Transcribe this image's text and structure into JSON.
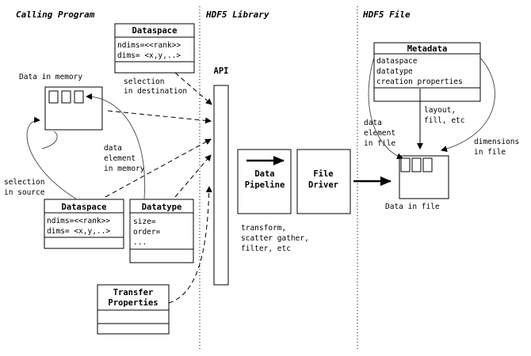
{
  "sections": {
    "calling_program": "Calling Program",
    "hdf5_library": "HDF5 Library",
    "hdf5_file": "HDF5 File"
  },
  "dest_dataspace": {
    "title": "Dataspace",
    "line1": "ndims=<<rank>>",
    "line2": "dims= <x,y,..>"
  },
  "src_dataspace": {
    "title": "Dataspace",
    "line1": "ndims=<<rank>>",
    "line2": "dims= <x,y,..>"
  },
  "datatype": {
    "title": "Datatype",
    "line1": "size=",
    "line2": "order=",
    "line3": "..."
  },
  "transfer_properties": {
    "title_line1": "Transfer",
    "title_line2": "Properties"
  },
  "metadata": {
    "title": "Metadata",
    "line1": "dataspace",
    "line2": "datatype",
    "line3": "creation properties"
  },
  "labels": {
    "data_in_memory": "Data in memory",
    "selection_in_destination_1": "selection",
    "selection_in_destination_2": "in destination",
    "data_element_in_memory_1": "data",
    "data_element_in_memory_2": "element",
    "data_element_in_memory_3": "in memory",
    "selection_in_source_1": "selection",
    "selection_in_source_2": "in source",
    "api": "API",
    "data_pipeline_1": "Data",
    "data_pipeline_2": "Pipeline",
    "file_driver_1": "File",
    "file_driver_2": "Driver",
    "pipeline_note_1": "transform,",
    "pipeline_note_2": "scatter gather,",
    "pipeline_note_3": "filter, etc",
    "layout_fill_1": "layout,",
    "layout_fill_2": "fill, etc",
    "data_element_in_file_1": "data",
    "data_element_in_file_2": "element",
    "data_element_in_file_3": "in file",
    "dimensions_in_file_1": "dimensions",
    "dimensions_in_file_2": "in file",
    "data_in_file": "Data in file"
  }
}
